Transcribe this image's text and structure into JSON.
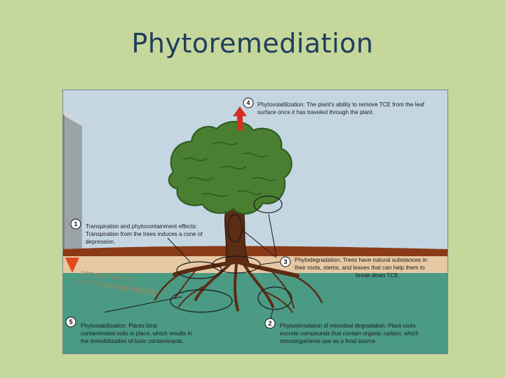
{
  "slide": {
    "title": "Phytoremediation"
  },
  "annotations": [
    {
      "number": "4",
      "lines": [
        "Phytovolatilization: The plant's ability to remove TCE from the leaf",
        "surface once it has traveled through the plant."
      ]
    },
    {
      "number": "1",
      "lines": [
        "Transpiration and phytocontainment effects:",
        "Transpiration from the trees induces a cone of",
        "depression."
      ]
    },
    {
      "number": "3",
      "lines": [
        "Phytodegradation: Trees have natural substances in",
        "their roots, stems, and leaves that can help them to",
        "break down TCE."
      ]
    },
    {
      "number": "5",
      "lines": [
        "Phytostabilization: Plants bind",
        "contaminated soils in place, which results in",
        "the immobilization of toxic contaminants."
      ]
    },
    {
      "number": "2",
      "lines": [
        "Phytostimulation of microbial degradation: Plant roots",
        "excrete compounds that contain organic carbon, which",
        "microorganisms use as a food source."
      ]
    }
  ],
  "colors": {
    "background": "#c6d79b",
    "sky": "#c4d6e2",
    "canopy": "#4a7f31",
    "trunk": "#5c2c14",
    "groundwater": "#4a9a84",
    "soil": "#e7c8a4",
    "seep": "#e24a1c",
    "arrow": "#d62f1f"
  }
}
